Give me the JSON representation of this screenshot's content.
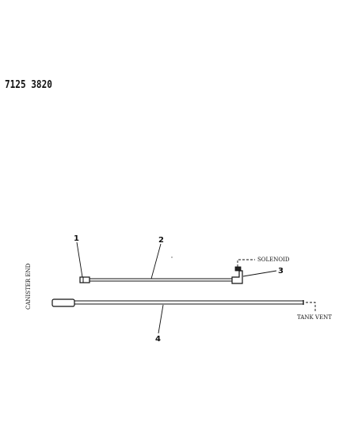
{
  "diagram": {
    "part_number": "7125 3820",
    "labels": {
      "canister_end": "CANISTER END",
      "solenoid": "SOLENOID",
      "tank_vent": "TANK VENT"
    },
    "callouts": [
      "1",
      "2",
      "3",
      "4"
    ]
  }
}
